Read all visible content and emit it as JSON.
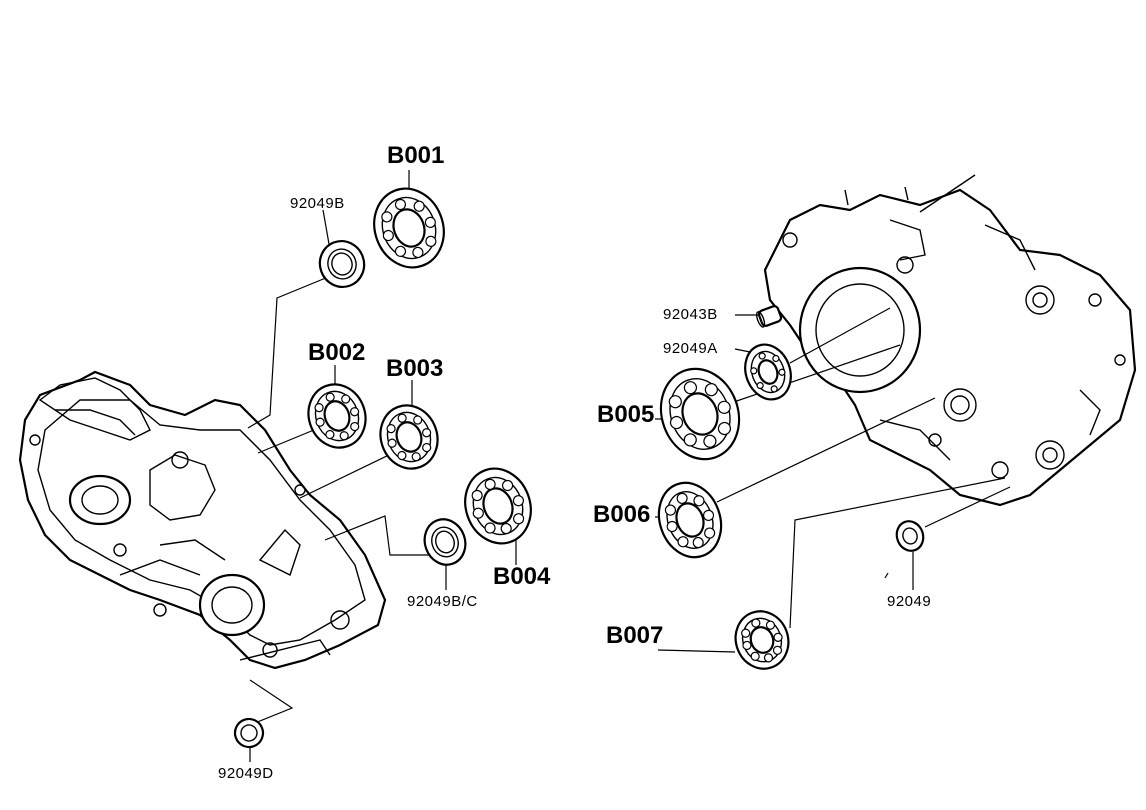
{
  "labels": {
    "b001": "B001",
    "b002": "B002",
    "b003": "B003",
    "b004": "B004",
    "b005": "B005",
    "b006": "B006",
    "b007": "B007",
    "p92049b": "92049B",
    "p92049bc": "92049B/C",
    "p92049d": "92049D",
    "p92043b": "92043B",
    "p92049a": "92049A",
    "p92049": "92049"
  }
}
